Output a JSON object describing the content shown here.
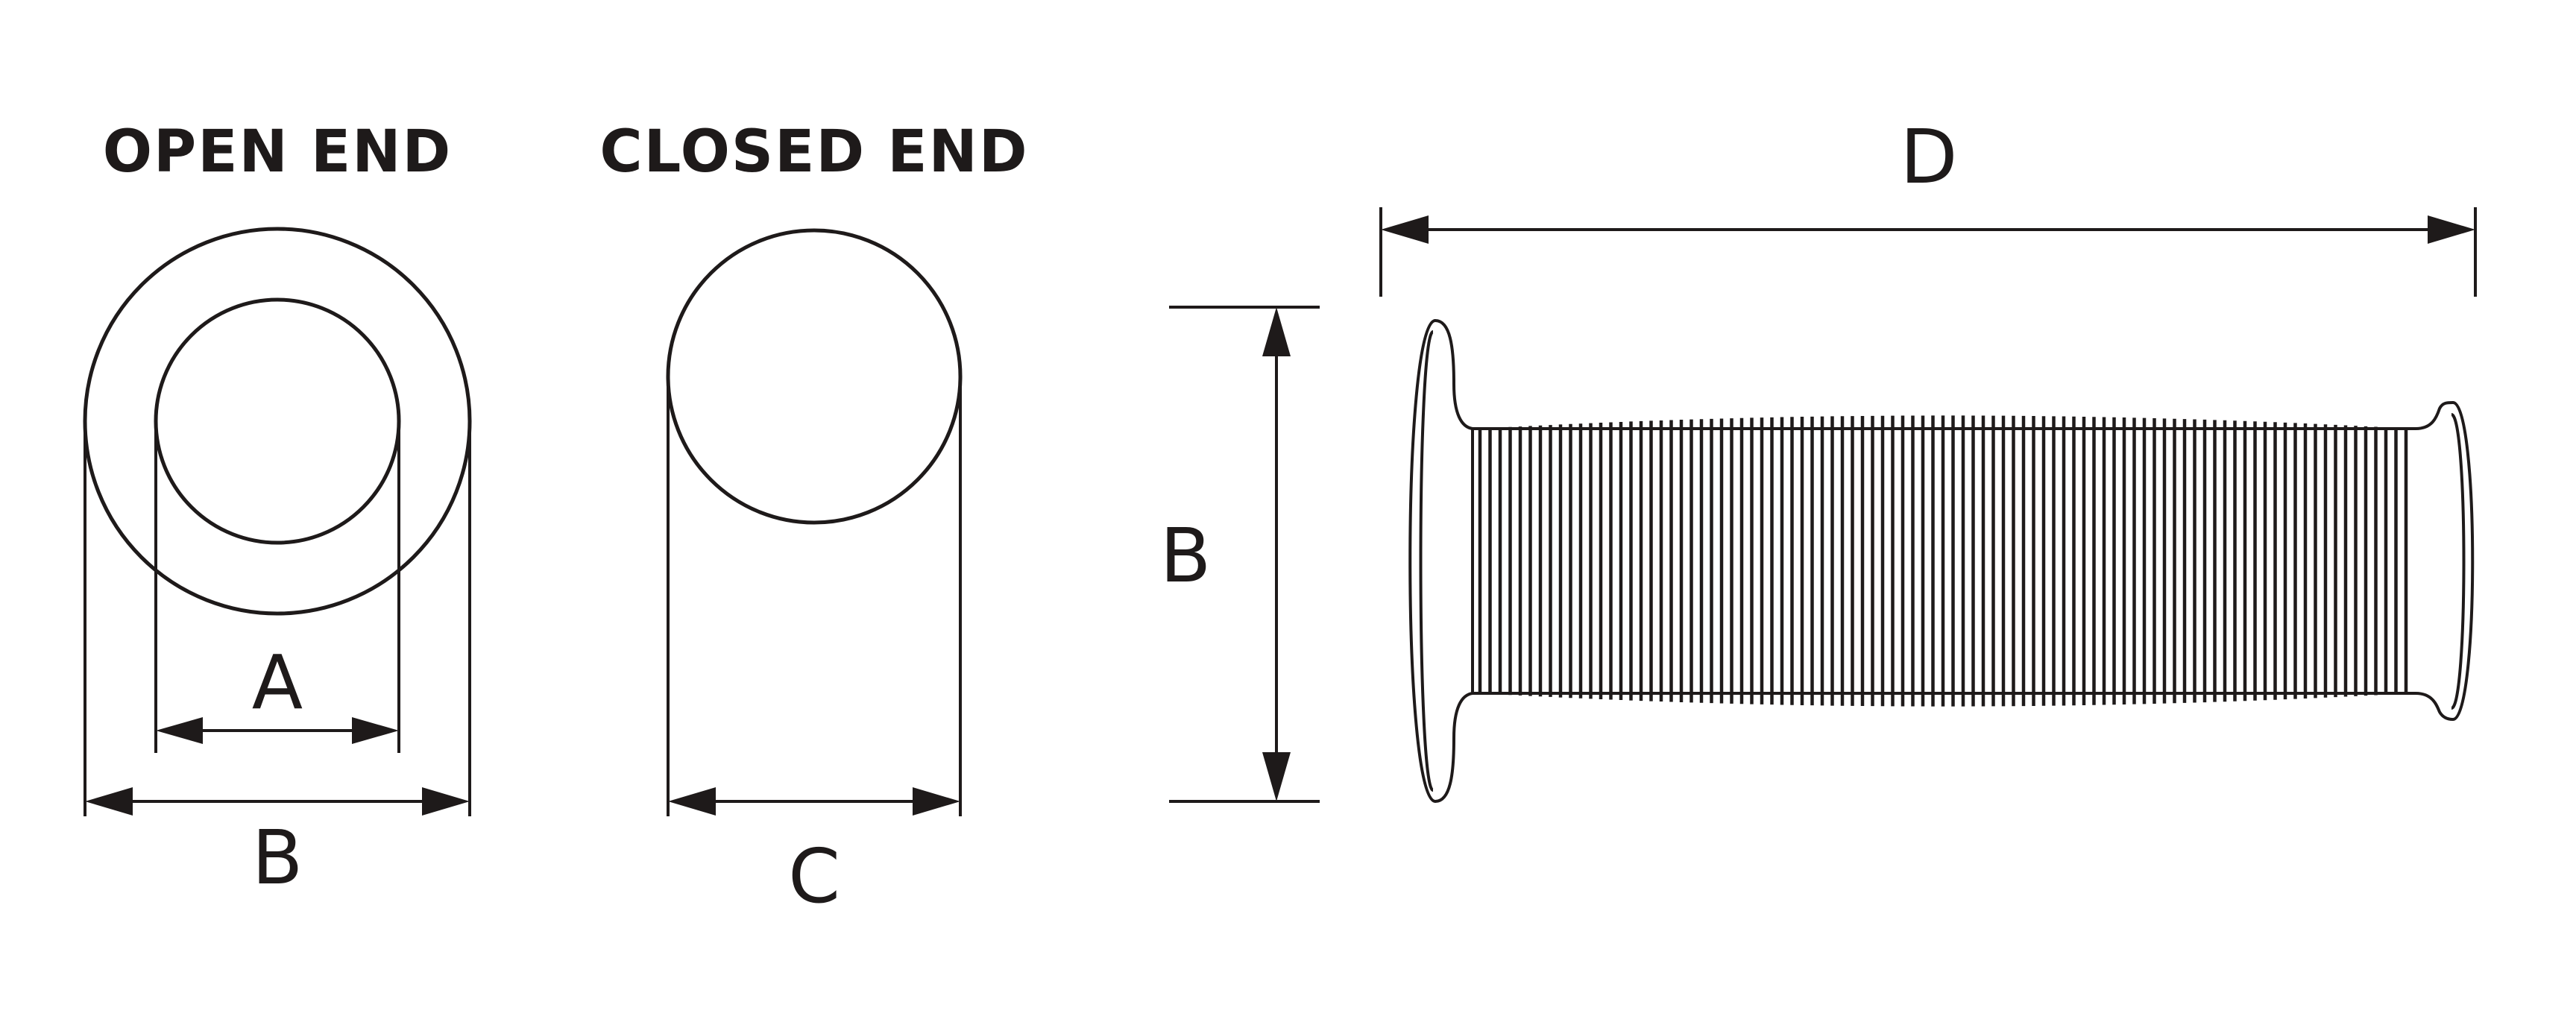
{
  "diagram": {
    "open_end": {
      "heading": "OPEN END",
      "inner_label": "A",
      "outer_label": "B"
    },
    "closed_end": {
      "heading": "CLOSED END",
      "diameter_label": "C"
    },
    "side_view": {
      "height_label": "B",
      "length_label": "D"
    },
    "colors": {
      "line": "#1e1a1a",
      "background": "#ffffff"
    }
  }
}
